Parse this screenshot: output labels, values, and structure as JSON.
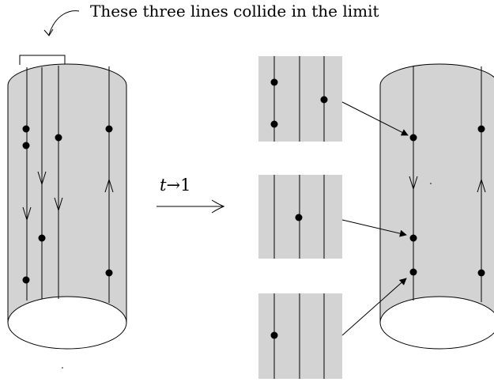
{
  "annotation": "These three lines collide in the limit",
  "arrow_label": {
    "variable": "t",
    "arrow": "→",
    "value": "1"
  },
  "colors": {
    "surface": "#d3d3d3",
    "ink": "#000000",
    "background": "#ffffff"
  }
}
